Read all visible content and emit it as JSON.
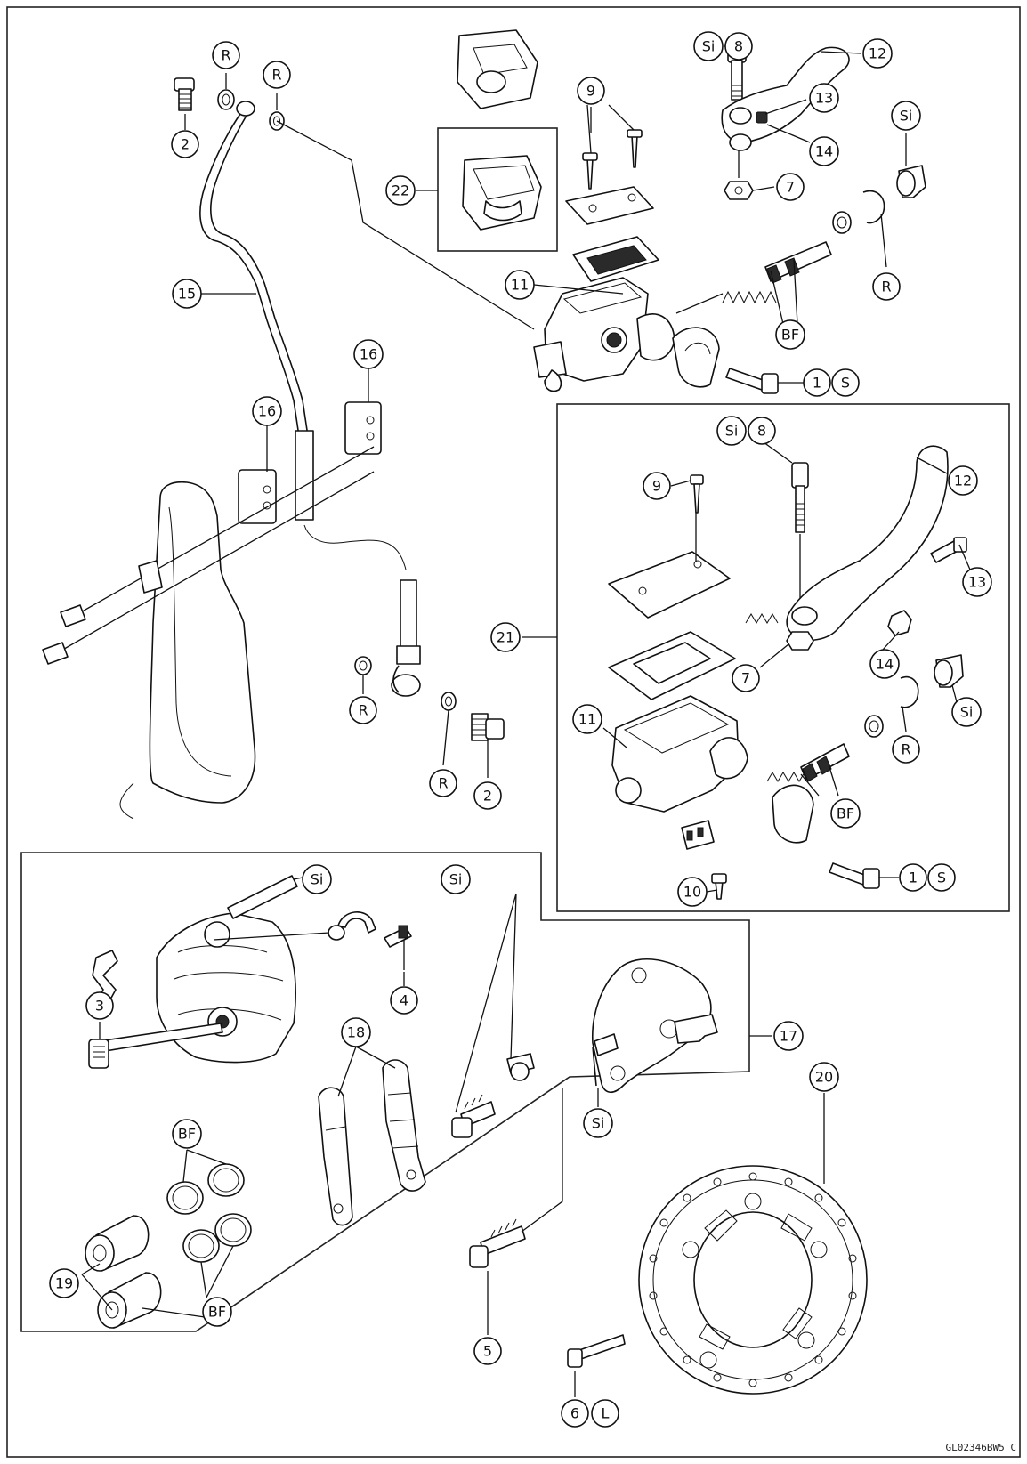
{
  "diagram_code": "GL02346BW5 C",
  "callouts": [
    {
      "id": "c-r-1",
      "text": "R"
    },
    {
      "id": "c-r-2",
      "text": "R"
    },
    {
      "id": "c-2-top",
      "text": "2"
    },
    {
      "id": "c-22",
      "text": "22"
    },
    {
      "id": "c-si-top",
      "text": "Si"
    },
    {
      "id": "c-8-top",
      "text": "8"
    },
    {
      "id": "c-12-top",
      "text": "12"
    },
    {
      "id": "c-13-top",
      "text": "13"
    },
    {
      "id": "c-14-top",
      "text": "14"
    },
    {
      "id": "c-7-top",
      "text": "7"
    },
    {
      "id": "c-si-right",
      "text": "Si"
    },
    {
      "id": "c-9-top",
      "text": "9"
    },
    {
      "id": "c-r-right",
      "text": "R"
    },
    {
      "id": "c-11-top",
      "text": "11"
    },
    {
      "id": "c-bf-top",
      "text": "BF"
    },
    {
      "id": "c-1-top",
      "text": "1"
    },
    {
      "id": "c-s-top",
      "text": "S"
    },
    {
      "id": "c-15",
      "text": "15"
    },
    {
      "id": "c-16-a",
      "text": "16"
    },
    {
      "id": "c-16-b",
      "text": "16"
    },
    {
      "id": "c-si-box",
      "text": "Si"
    },
    {
      "id": "c-8-box",
      "text": "8"
    },
    {
      "id": "c-12-box",
      "text": "12"
    },
    {
      "id": "c-9-box",
      "text": "9"
    },
    {
      "id": "c-13-box",
      "text": "13"
    },
    {
      "id": "c-14-box",
      "text": "14"
    },
    {
      "id": "c-21",
      "text": "21"
    },
    {
      "id": "c-7-box",
      "text": "7"
    },
    {
      "id": "c-si-box2",
      "text": "Si"
    },
    {
      "id": "c-11-box",
      "text": "11"
    },
    {
      "id": "c-r-box",
      "text": "R"
    },
    {
      "id": "c-bf-box",
      "text": "BF"
    },
    {
      "id": "c-1-box",
      "text": "1"
    },
    {
      "id": "c-s-box",
      "text": "S"
    },
    {
      "id": "c-10",
      "text": "10"
    },
    {
      "id": "c-r-hose-1",
      "text": "R"
    },
    {
      "id": "c-r-hose-2",
      "text": "R"
    },
    {
      "id": "c-2-bottom",
      "text": "2"
    },
    {
      "id": "c-si-caliper",
      "text": "Si"
    },
    {
      "id": "c-4",
      "text": "4"
    },
    {
      "id": "c-si-pins",
      "text": "Si"
    },
    {
      "id": "c-3",
      "text": "3"
    },
    {
      "id": "c-18",
      "text": "18"
    },
    {
      "id": "c-17",
      "text": "17"
    },
    {
      "id": "c-si-bracket",
      "text": "Si"
    },
    {
      "id": "c-20",
      "text": "20"
    },
    {
      "id": "c-bf-seals",
      "text": "BF"
    },
    {
      "id": "c-19",
      "text": "19"
    },
    {
      "id": "c-bf-pistons",
      "text": "BF"
    },
    {
      "id": "c-5",
      "text": "5"
    },
    {
      "id": "c-6",
      "text": "6"
    },
    {
      "id": "c-l",
      "text": "L"
    }
  ]
}
